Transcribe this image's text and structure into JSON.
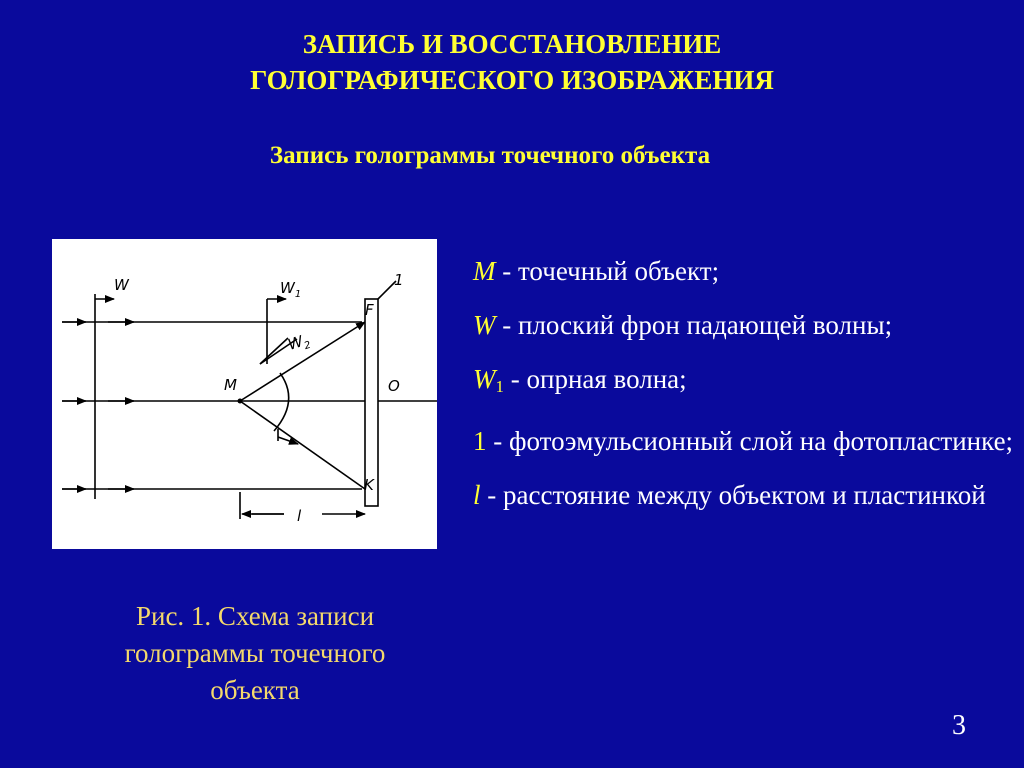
{
  "slide": {
    "title_line1": "ЗАПИСЬ И ВОССТАНОВЛЕНИЕ",
    "title_line2": "ГОЛОГРАФИЧЕСКОГО ИЗОБРАЖЕНИЯ",
    "subtitle": "Запись голограммы точечного объекта",
    "page_number": "3"
  },
  "figure": {
    "labels": {
      "w": "W",
      "w1": "W",
      "w1_sub": "1",
      "w2": "W",
      "w2_sub": "2",
      "m": "M",
      "f": "F",
      "o": "O",
      "k": "K",
      "one": "1",
      "l": "l"
    },
    "caption_line1": "Рис. 1. Схема записи",
    "caption_line2": "голограммы точечного",
    "caption_line3": "объекта"
  },
  "legend": [
    {
      "symbol": "M",
      "subscript": "",
      "text": " - точечный объект;"
    },
    {
      "symbol": "W",
      "subscript": "",
      "text": " - плоский фрон падающей волны;"
    },
    {
      "symbol": "W",
      "subscript": "1",
      "text": "  - опрная волна;"
    },
    {
      "symbol": "1",
      "subscript": "",
      "text": " - фотоэмульсионный слой на фотопластинке;"
    },
    {
      "symbol": "l",
      "subscript": "",
      "text": " - расстояние между объектом и пластинкой"
    }
  ]
}
